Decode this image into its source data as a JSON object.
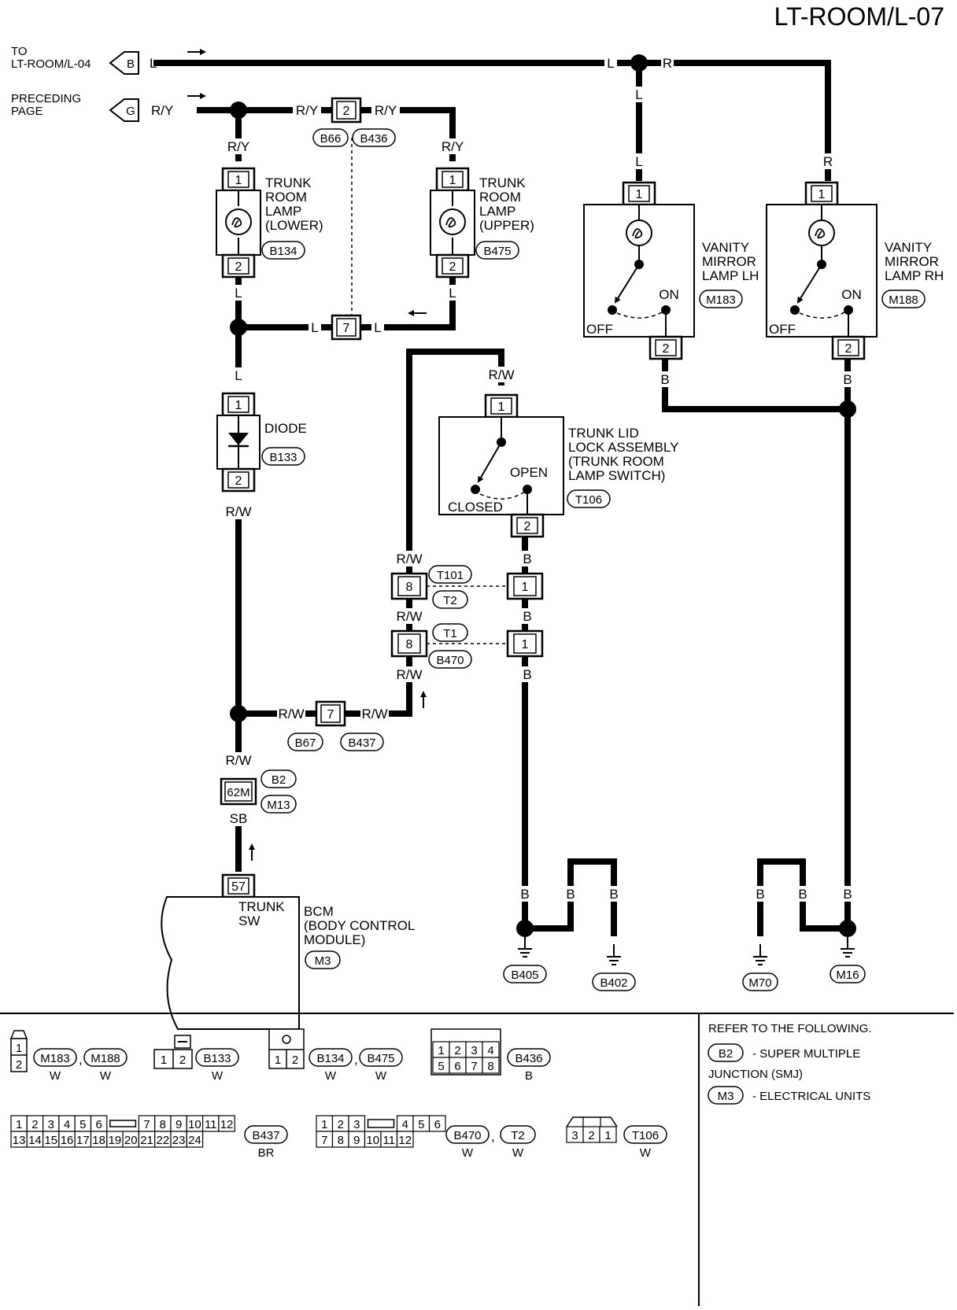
{
  "title": "LT-ROOM/L-07",
  "offpage": [
    {
      "lines": [
        "TO",
        "LT-ROOM/L-04"
      ],
      "letter": "B",
      "wire": "L"
    },
    {
      "lines": [
        "PRECEDING",
        "PAGE"
      ],
      "letter": "G",
      "wire": "R/Y"
    }
  ],
  "wire_labels": {
    "L": "L",
    "R": "R",
    "RY": "R/Y",
    "RW": "R/W",
    "B": "B",
    "SB": "SB"
  },
  "components": {
    "lamp_lower": {
      "name": [
        "TRUNK",
        "ROOM",
        "LAMP",
        "(LOWER)"
      ],
      "conn": "B134",
      "pin_top": "1",
      "pin_bottom": "2"
    },
    "lamp_upper": {
      "name": [
        "TRUNK",
        "ROOM",
        "LAMP",
        "(UPPER)"
      ],
      "conn": "B475",
      "pin_top": "1",
      "pin_bottom": "2"
    },
    "vanity_lh": {
      "name": [
        "VANITY",
        "MIRROR",
        "LAMP LH"
      ],
      "conn": "M183",
      "pin_top": "1",
      "pin_bottom": "2",
      "on": "ON",
      "off": "OFF"
    },
    "vanity_rh": {
      "name": [
        "VANITY",
        "MIRROR",
        "LAMP RH"
      ],
      "conn": "M188",
      "pin_top": "1",
      "pin_bottom": "2",
      "on": "ON",
      "off": "OFF"
    },
    "diode": {
      "name": [
        "DIODE"
      ],
      "conn": "B133",
      "pin_top": "1",
      "pin_bottom": "2"
    },
    "trunk_lid": {
      "name": [
        "TRUNK LID",
        "LOCK ASSEMBLY",
        "(TRUNK ROOM",
        " LAMP SWITCH)"
      ],
      "conn": "T106",
      "pin_top": "1",
      "pin_bottom": "2",
      "open": "OPEN",
      "closed": "CLOSED"
    },
    "bcm": {
      "name": [
        "BCM",
        "(BODY CONTROL",
        " MODULE)"
      ],
      "conn": "M3",
      "pin": "57",
      "label": [
        "TRUNK",
        "SW"
      ]
    }
  },
  "inline": {
    "b66": {
      "pin": "2",
      "conns": [
        "B66",
        "B436"
      ]
    },
    "j7": {
      "pin": "7"
    },
    "b67": {
      "pin": "7",
      "conns": [
        "B67",
        "B437"
      ]
    },
    "t101": {
      "pin_left": "8",
      "pin_right": "1",
      "conns": [
        "T101",
        "T2"
      ]
    },
    "t1": {
      "pin_left": "8",
      "pin_right": "1",
      "conns": [
        "T1",
        "B470"
      ]
    },
    "b2": {
      "pin": "62M",
      "conns": [
        "B2",
        "M13"
      ]
    }
  },
  "grounds": [
    "B405",
    "B402",
    "M70",
    "M16"
  ],
  "legend": {
    "c1": {
      "pins": [
        "1",
        "2"
      ],
      "items": [
        {
          "code": "M183",
          "color": "W"
        },
        {
          "code": "M188",
          "color": "W"
        }
      ]
    },
    "c2": {
      "pins": [
        "1",
        "2"
      ],
      "items": [
        {
          "code": "B133",
          "color": "W"
        }
      ]
    },
    "c3": {
      "pins": [
        "1",
        "2"
      ],
      "items": [
        {
          "code": "B134",
          "color": "W"
        },
        {
          "code": "B475",
          "color": "W"
        }
      ]
    },
    "c4": {
      "pins": [
        "1",
        "2",
        "3",
        "4",
        "5",
        "6",
        "7",
        "8"
      ],
      "items": [
        {
          "code": "B436",
          "color": "B"
        }
      ]
    },
    "c5": {
      "pins": [
        "1",
        "2",
        "3",
        "4",
        "5",
        "6",
        "7",
        "8",
        "9",
        "10",
        "11",
        "12",
        "13",
        "14",
        "15",
        "16",
        "17",
        "18",
        "19",
        "20",
        "21",
        "22",
        "23",
        "24"
      ],
      "items": [
        {
          "code": "B437",
          "color": "BR"
        }
      ]
    },
    "c6": {
      "pins": [
        "1",
        "2",
        "3",
        "4",
        "5",
        "6",
        "7",
        "8",
        "9",
        "10",
        "11",
        "12"
      ],
      "items": [
        {
          "code": "B470",
          "color": "W"
        },
        {
          "code": "T2",
          "color": "W"
        }
      ]
    },
    "c7": {
      "pins": [
        "3",
        "2",
        "1"
      ],
      "items": [
        {
          "code": "T106",
          "color": "W"
        }
      ]
    },
    "sep": ","
  },
  "refer": {
    "heading": "REFER TO THE FOLLOWING.",
    "items": [
      {
        "code": "B2",
        "text": [
          "- SUPER MULTIPLE",
          "JUNCTION (SMJ)"
        ]
      },
      {
        "code": "M3",
        "text": [
          "- ELECTRICAL UNITS"
        ]
      }
    ]
  }
}
